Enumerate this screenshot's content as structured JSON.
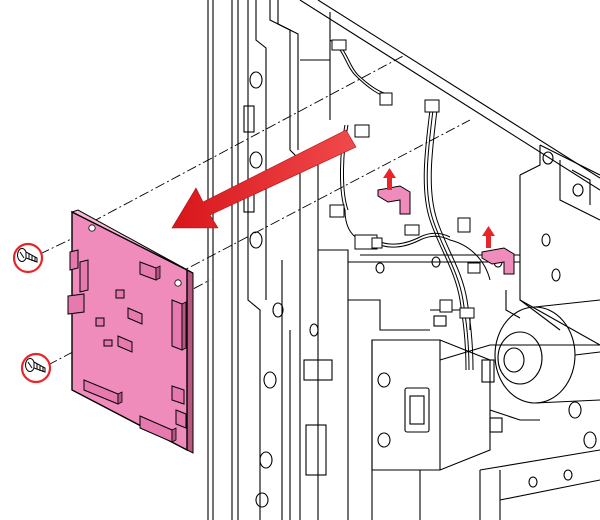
{
  "diagram": {
    "colors": {
      "board_fill": "#f08cbc",
      "board_stroke": "#000000",
      "arrow_fill": "#e8262a",
      "callout_ring": "#e8262a",
      "tab_fill": "#f08cbc",
      "line_art": "#000000",
      "background": "#ffffff"
    },
    "icons": {
      "removal_arrow": "arrow-left-down-icon",
      "screw": "screw-icon",
      "release_tab_arrow": "arrow-up-icon"
    },
    "callouts": {
      "count": 2,
      "part": "screw"
    },
    "release_tabs": {
      "count": 2
    }
  }
}
